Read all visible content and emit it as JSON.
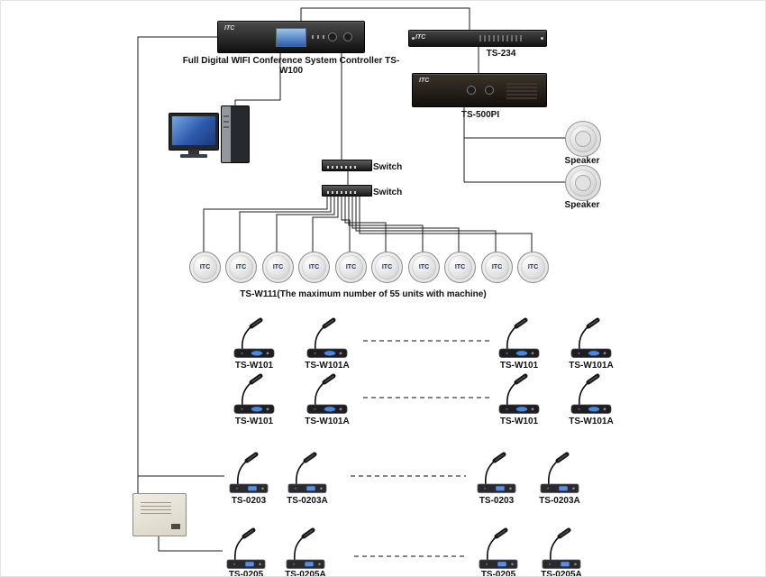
{
  "brand": "ITC",
  "labels": {
    "controller": "Full Digital WIFI Conference System Controller TS-W100",
    "ts234": "TS-234",
    "ts500pi": "TS-500PI",
    "speaker": "Speaker",
    "switch": "Switch",
    "wifi_units": "TS-W111(The maximum number of 55 units with machine)"
  },
  "mic_rows": [
    {
      "labels": [
        "TS-W101",
        "TS-W101A",
        "TS-W101",
        "TS-W101A"
      ]
    },
    {
      "labels": [
        "TS-W101",
        "TS-W101A",
        "TS-W101",
        "TS-W101A"
      ]
    },
    {
      "labels": [
        "TS-0203",
        "TS-0203A",
        "TS-0203",
        "TS-0203A"
      ]
    },
    {
      "labels": [
        "TS-0205",
        "TS-0205A",
        "TS-0205",
        "TS-0205A"
      ]
    }
  ]
}
